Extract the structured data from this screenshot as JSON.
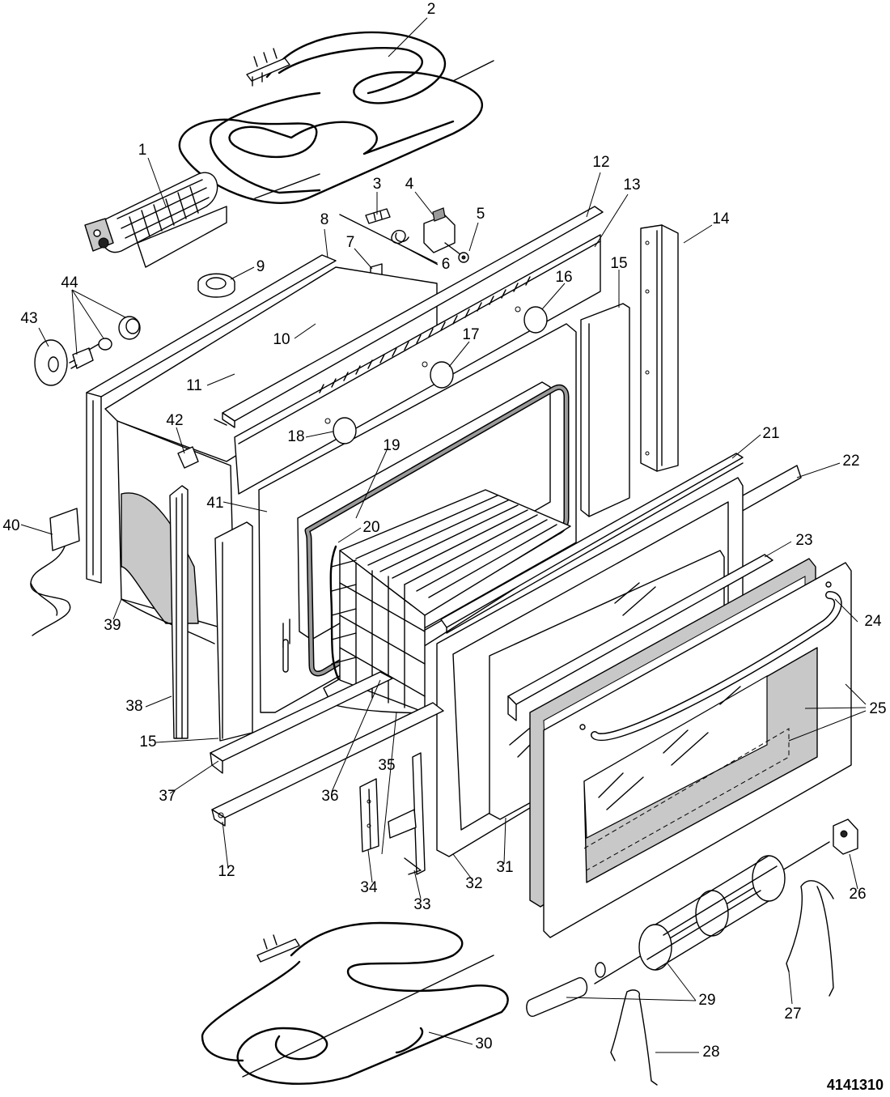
{
  "drawing_number": "4141310",
  "callouts": [
    {
      "id": "c1",
      "text": "1"
    },
    {
      "id": "c2",
      "text": "2"
    },
    {
      "id": "c3",
      "text": "3"
    },
    {
      "id": "c4",
      "text": "4"
    },
    {
      "id": "c5",
      "text": "5"
    },
    {
      "id": "c6",
      "text": "6"
    },
    {
      "id": "c7",
      "text": "7"
    },
    {
      "id": "c8",
      "text": "8"
    },
    {
      "id": "c9",
      "text": "9"
    },
    {
      "id": "c10",
      "text": "10"
    },
    {
      "id": "c11",
      "text": "11"
    },
    {
      "id": "c12a",
      "text": "12"
    },
    {
      "id": "c12b",
      "text": "12"
    },
    {
      "id": "c13",
      "text": "13"
    },
    {
      "id": "c14",
      "text": "14"
    },
    {
      "id": "c15a",
      "text": "15"
    },
    {
      "id": "c15b",
      "text": "15"
    },
    {
      "id": "c16",
      "text": "16"
    },
    {
      "id": "c17",
      "text": "17"
    },
    {
      "id": "c18",
      "text": "18"
    },
    {
      "id": "c19",
      "text": "19"
    },
    {
      "id": "c20",
      "text": "20"
    },
    {
      "id": "c21",
      "text": "21"
    },
    {
      "id": "c22",
      "text": "22"
    },
    {
      "id": "c23",
      "text": "23"
    },
    {
      "id": "c24",
      "text": "24"
    },
    {
      "id": "c25",
      "text": "25"
    },
    {
      "id": "c26",
      "text": "26"
    },
    {
      "id": "c27",
      "text": "27"
    },
    {
      "id": "c28",
      "text": "28"
    },
    {
      "id": "c29",
      "text": "29"
    },
    {
      "id": "c30",
      "text": "30"
    },
    {
      "id": "c31",
      "text": "31"
    },
    {
      "id": "c32",
      "text": "32"
    },
    {
      "id": "c33",
      "text": "33"
    },
    {
      "id": "c34",
      "text": "34"
    },
    {
      "id": "c35",
      "text": "35"
    },
    {
      "id": "c36",
      "text": "36"
    },
    {
      "id": "c37",
      "text": "37"
    },
    {
      "id": "c38",
      "text": "38"
    },
    {
      "id": "c39",
      "text": "39"
    },
    {
      "id": "c40",
      "text": "40"
    },
    {
      "id": "c41",
      "text": "41"
    },
    {
      "id": "c42",
      "text": "42"
    },
    {
      "id": "c43",
      "text": "43"
    },
    {
      "id": "c44",
      "text": "44"
    }
  ]
}
